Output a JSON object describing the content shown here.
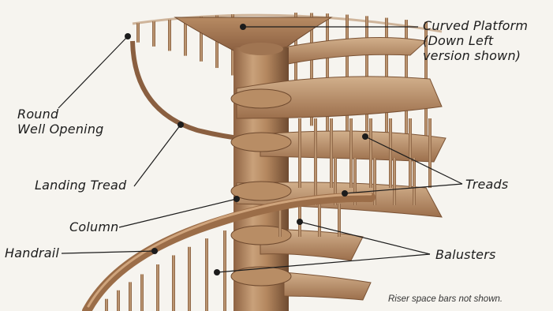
{
  "labels": {
    "curved_platform": [
      "Curved Platform",
      "(Down Left",
      "version shown)"
    ],
    "round_well": [
      "Round",
      "Well Opening"
    ],
    "landing_tread": "Landing Tread",
    "column": "Column",
    "handrail": "Handrail",
    "treads": "Treads",
    "balusters": "Balusters"
  },
  "footnote": "Riser space bars not shown.",
  "colors": {
    "background": "#f6f4ef",
    "wood_light": "#c39b73",
    "wood_mid": "#a97a55",
    "wood_dark": "#6f4a2f",
    "leader": "#1c1c1c"
  }
}
